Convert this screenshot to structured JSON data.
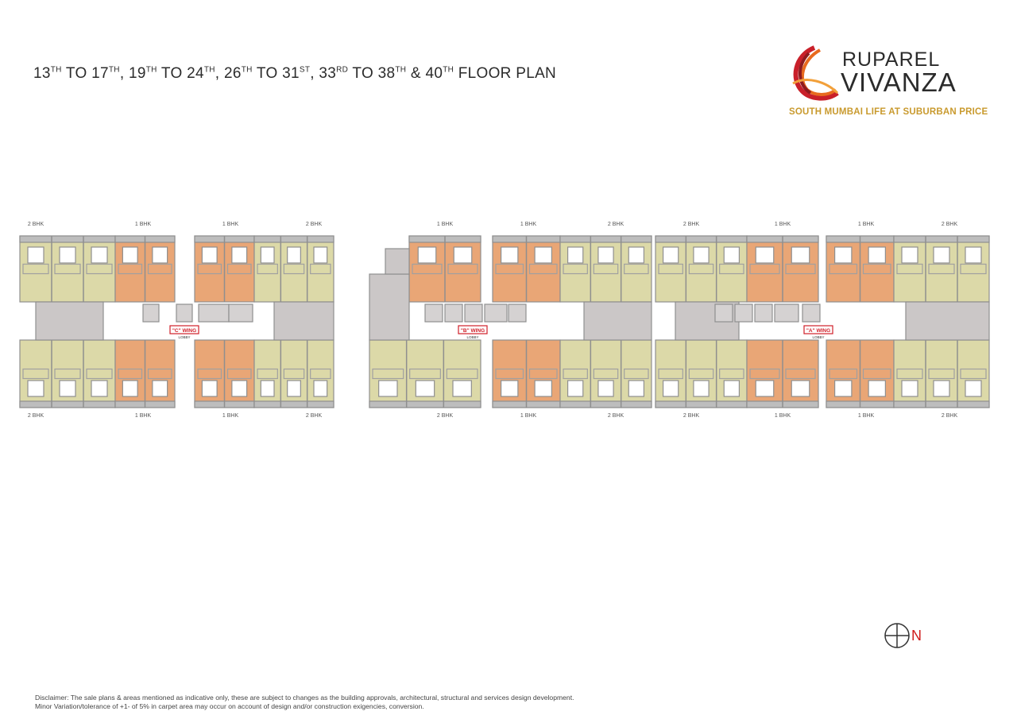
{
  "title": {
    "parts": [
      {
        "n": "13",
        "s": "TH"
      },
      {
        "t": " TO "
      },
      {
        "n": "17",
        "s": "TH"
      },
      {
        "t": ", "
      },
      {
        "n": "19",
        "s": "TH"
      },
      {
        "t": " TO "
      },
      {
        "n": "24",
        "s": "TH"
      },
      {
        "t": ", "
      },
      {
        "n": "26",
        "s": "TH"
      },
      {
        "t": " TO "
      },
      {
        "n": "31",
        "s": "ST"
      },
      {
        "t": ", "
      },
      {
        "n": "33",
        "s": "RD"
      },
      {
        "t": " TO "
      },
      {
        "n": "38",
        "s": "TH"
      },
      {
        "t": " & "
      },
      {
        "n": "40",
        "s": "TH"
      },
      {
        "t": " FLOOR PLAN"
      }
    ]
  },
  "logo": {
    "line1": "RUPAREL",
    "line2": "VIVANZA",
    "tagline": "SOUTH MUMBAI LIFE AT SUBURBAN PRICE"
  },
  "colors": {
    "two_bhk": "#dcd9a8",
    "one_bhk": "#e9a676",
    "wall": "#8f8f8f",
    "core": "#cbc7c7",
    "wing_label": "#d0202a",
    "tagline": "#c99a2e"
  },
  "top_unit_labels": [
    "2 BHK",
    "1 BHK",
    "1 BHK",
    "2 BHK",
    "1 BHK",
    "1 BHK",
    "2 BHK",
    "2 BHK",
    "1 BHK",
    "1 BHK",
    "2 BHK"
  ],
  "bottom_unit_labels": [
    "2 BHK",
    "1 BHK",
    "1 BHK",
    "2 BHK",
    "2 BHK",
    "1 BHK",
    "2 BHK",
    "2 BHK",
    "1 BHK",
    "1 BHK",
    "2 BHK"
  ],
  "wings": [
    {
      "label": "\"C\" WING",
      "sub": "LOBBY"
    },
    {
      "label": "\"B\" WING",
      "sub": "LOBBY"
    },
    {
      "label": "\"A\" WING",
      "sub": "LOBBY"
    }
  ],
  "north_label": "N",
  "disclaimer": {
    "line1": "Disclaimer: The sale plans & areas mentioned as indicative only, these are subject to changes as the building approvals, architectural, structural and services design development.",
    "line2": "Minor Variation/tolerance of +1- of 5% in carpet area may occur on account of design and/or construction exigencies, conversion."
  }
}
